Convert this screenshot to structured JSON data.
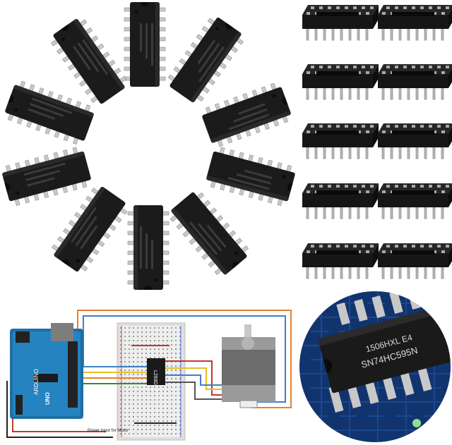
{
  "image": {
    "chips_count": 10,
    "sockets_count": 10,
    "wiring_diagram": {
      "board_label": "ARDUINO",
      "board_model_label": "UNO",
      "ic_label": "L293D",
      "caption": "Power Input for Motor"
    },
    "closeup": {
      "chip_line1": "1506HXL E4",
      "chip_line2": "SN74HC595N"
    }
  }
}
